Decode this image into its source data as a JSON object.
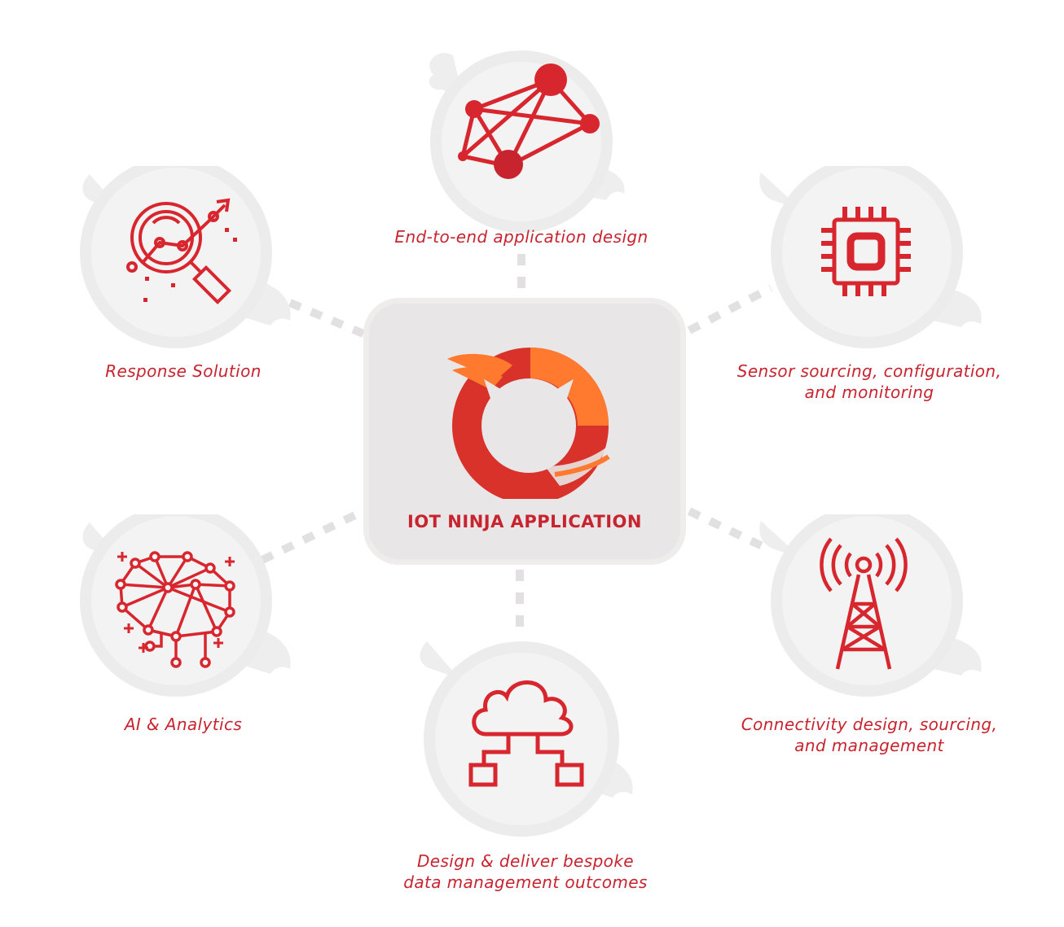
{
  "center": {
    "title": "IOT NINJA APPLICATION",
    "icon": "fox-logo-icon"
  },
  "nodes": [
    {
      "id": "top",
      "label": "End-to-end application design",
      "icon": "network-graph-icon"
    },
    {
      "id": "upper-left",
      "label": "Response Solution",
      "icon": "magnifier-analytics-icon"
    },
    {
      "id": "upper-right",
      "label_lines": [
        "Sensor sourcing, configuration,",
        "and monitoring"
      ],
      "icon": "chip-icon"
    },
    {
      "id": "lower-left",
      "label": "AI & Analytics",
      "icon": "neural-brain-icon"
    },
    {
      "id": "lower-right",
      "label_lines": [
        "Connectivity design, sourcing,",
        "and management"
      ],
      "icon": "antenna-tower-icon"
    },
    {
      "id": "bottom",
      "label_lines": [
        "Design & deliver bespoke",
        "data management outcomes"
      ],
      "icon": "cloud-network-icon"
    }
  ],
  "colors": {
    "accent": "#d8262f",
    "text": "#c8242f",
    "bubble": "#ececec",
    "logo_orange": "#ff7a2f",
    "logo_red": "#d8322b"
  }
}
